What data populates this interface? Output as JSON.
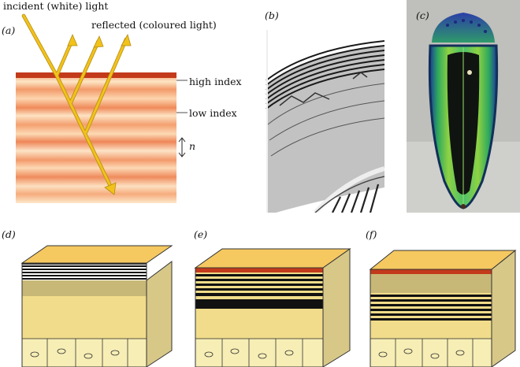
{
  "panel_a": {
    "label": "(a)",
    "incident": "incident (white) light",
    "reflected": "reflected (coloured light)",
    "high": "high index",
    "low": "low index",
    "n": "n"
  },
  "panel_b": {
    "label": "(b)"
  },
  "panel_c": {
    "label": "(c)"
  },
  "panel_d": {
    "label": "(d)"
  },
  "panel_e": {
    "label": "(e)"
  },
  "panel_f": {
    "label": "(f)"
  },
  "colors": {
    "arrow": "#f2c21b",
    "arrow_edge": "#b48d10",
    "top_red": "#c33a1b",
    "cube_top": "#f5c860",
    "cube_yellow": "#f0dc8a",
    "cube_olive": "#c8b877",
    "cube_cells": "#f7eeb5"
  }
}
